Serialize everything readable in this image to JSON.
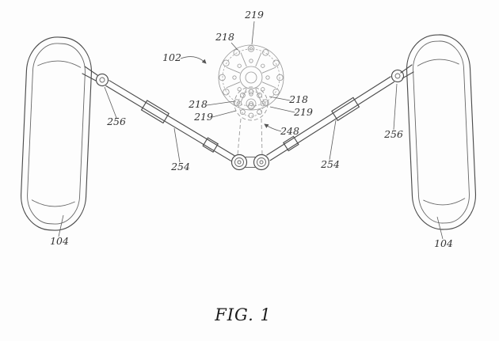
{
  "figure": {
    "caption": "FIG. 1",
    "labels": {
      "assembly": "102",
      "left_wheel": "104",
      "right_wheel": "104",
      "top_218": "218",
      "top_219": "219",
      "left_218": "218",
      "left_219": "219",
      "right_218": "218",
      "right_219": "219",
      "link_248": "248",
      "left_arm_254": "254",
      "right_arm_254": "254",
      "left_joint_256": "256",
      "right_joint_256": "256"
    }
  }
}
